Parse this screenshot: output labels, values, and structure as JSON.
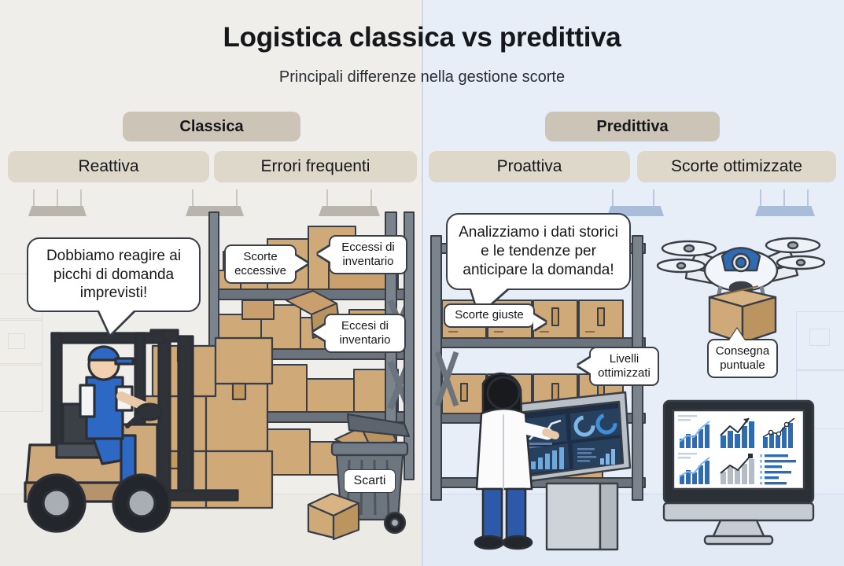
{
  "header": {
    "title": "Logistica classica vs predittiva",
    "subtitle": "Principali differenze nella gestione scorte"
  },
  "colors": {
    "left_background": "#f0eeea",
    "right_background": "#e7eef8",
    "pill_head": "#cbc4b7",
    "pill_sub": "#ded8cb",
    "outline": "#3a3f47",
    "carton": "#cfa978",
    "accent_blue": "#2b6cb0",
    "steel": "#6b747d"
  },
  "left_panel": {
    "head_pill": "Classica",
    "sub_pills": [
      "Reattiva",
      "Errori frequenti"
    ],
    "speech_bubble": "Dobbiamo reagire ai picchi di domanda imprevisti!",
    "callouts": [
      {
        "id": "scorte-eccessive",
        "label": "Scorte eccessive"
      },
      {
        "id": "eccessi-inventario",
        "label": "Eccessi di inventario"
      },
      {
        "id": "eccesi-inventario",
        "label": "Eccesi di inventario"
      },
      {
        "id": "scarti",
        "label": "Scarti"
      }
    ],
    "scene": {
      "forklift_operator": "warehouse-worker-blue-overalls",
      "forklift": "counterbalance-forklift",
      "shelving": "overstuffed-pallet-racking",
      "waste_bin": "overflowing-wheelie-bin"
    }
  },
  "right_panel": {
    "head_pill": "Predittiva",
    "sub_pills": [
      "Proattiva",
      "Scorte ottimizzate"
    ],
    "speech_bubble": "Analizziamo i dati storici e le tendenze per anticipare la domanda!",
    "callouts": [
      {
        "id": "scorte-giuste",
        "label": "Scorte giuste"
      },
      {
        "id": "livelli-ottimizzati",
        "label": "Livelli ottimizzati"
      },
      {
        "id": "consegna-puntuale",
        "label": "Consegna puntuale"
      }
    ],
    "scene": {
      "analyst": "woman-white-lab-coat",
      "kiosk": "touchscreen-analytics-kiosk",
      "shelving": "neatly-stocked-pallet-racking",
      "drone": "delivery-quadcopter-with-parcel",
      "monitor": "desktop-monitor-dashboard"
    }
  },
  "chart_data": [
    {
      "type": "bar",
      "title": "Kiosk dashboard panel",
      "categories": [
        "1",
        "2",
        "3",
        "4",
        "5"
      ],
      "values": [
        30,
        48,
        62,
        80,
        95
      ],
      "legend_position": "none",
      "grid": false
    },
    {
      "type": "line",
      "title": "Kiosk trend panel",
      "x": [
        0,
        1,
        2,
        3,
        4,
        5,
        6
      ],
      "values": [
        35,
        30,
        52,
        45,
        68,
        60,
        88
      ],
      "grid": false
    },
    {
      "type": "bar",
      "title": "Monitor dashboard bars",
      "categories": [
        "1",
        "2",
        "3",
        "4",
        "5"
      ],
      "values": [
        28,
        45,
        40,
        66,
        88
      ],
      "grid": false
    },
    {
      "type": "line",
      "title": "Monitor dashboard trend",
      "x": [
        0,
        1,
        2,
        3,
        4
      ],
      "values": [
        22,
        40,
        35,
        62,
        90
      ],
      "grid": false
    }
  ]
}
